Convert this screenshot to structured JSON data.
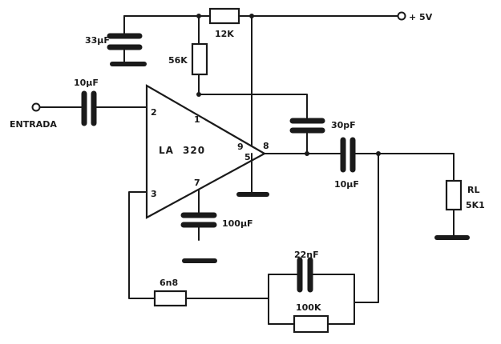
{
  "supply": {
    "label": "+ 5V"
  },
  "input": {
    "label": "ENTRADA"
  },
  "ic": {
    "name_a": "LA",
    "name_b": "320"
  },
  "pins": {
    "p1": "1",
    "p2": "2",
    "p3": "3",
    "p5": "5",
    "p7": "7",
    "p8": "8",
    "p9": "9"
  },
  "components": {
    "c_supply": "33µF",
    "r_supply": "12K",
    "r_bias": "56K",
    "c_input": "10µF",
    "c_comp": "30pF",
    "c_output": "10µF",
    "c_pin7": "100µF",
    "c_feedback": "22nF",
    "r_feedback": "100K",
    "r_pin3": "6n8",
    "load_a": "RL",
    "load_b": "5K1"
  },
  "colors": {
    "ink": "#1a1a1a",
    "paper": "#ffffff"
  }
}
